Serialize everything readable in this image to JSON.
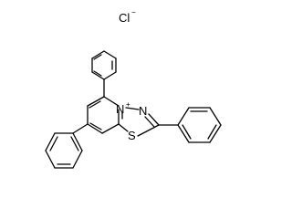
{
  "counterion": {
    "symbol": "Cl",
    "charge": "−"
  },
  "atoms": {
    "ring_nitrogen": "N",
    "ring_nitrogen_charge": "+",
    "imine_nitrogen": "N",
    "sulfur": "S"
  },
  "substituents": [
    "phenyl",
    "phenyl",
    "phenyl"
  ],
  "colors": {
    "bond": "#000000",
    "background": "#ffffff"
  }
}
